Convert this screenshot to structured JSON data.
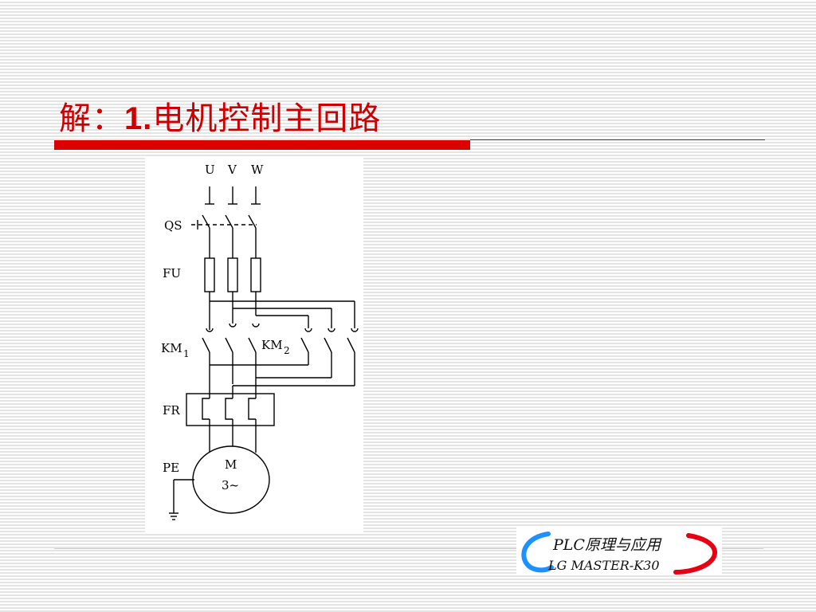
{
  "slide": {
    "title_prefix": "解：",
    "title_number": "1.",
    "title_text": "电机控制主回路"
  },
  "diagram": {
    "labels": {
      "u": "U",
      "v": "V",
      "w": "W",
      "qs": "QS",
      "fu": "FU",
      "km1": "KM",
      "km1_sub": "1",
      "km2": "KM",
      "km2_sub": "2",
      "fr": "FR",
      "pe": "PE",
      "motor_line1": "M",
      "motor_line2": "3~"
    }
  },
  "logo": {
    "line1": "PLC原理与应用",
    "line2": "LG MASTER-K30",
    "colors": {
      "arc_blue": "#1e90ff",
      "arc_red": "#e60012",
      "text": "#111111"
    }
  },
  "colors": {
    "title": "#cc0000",
    "rule": "#dd0000"
  }
}
